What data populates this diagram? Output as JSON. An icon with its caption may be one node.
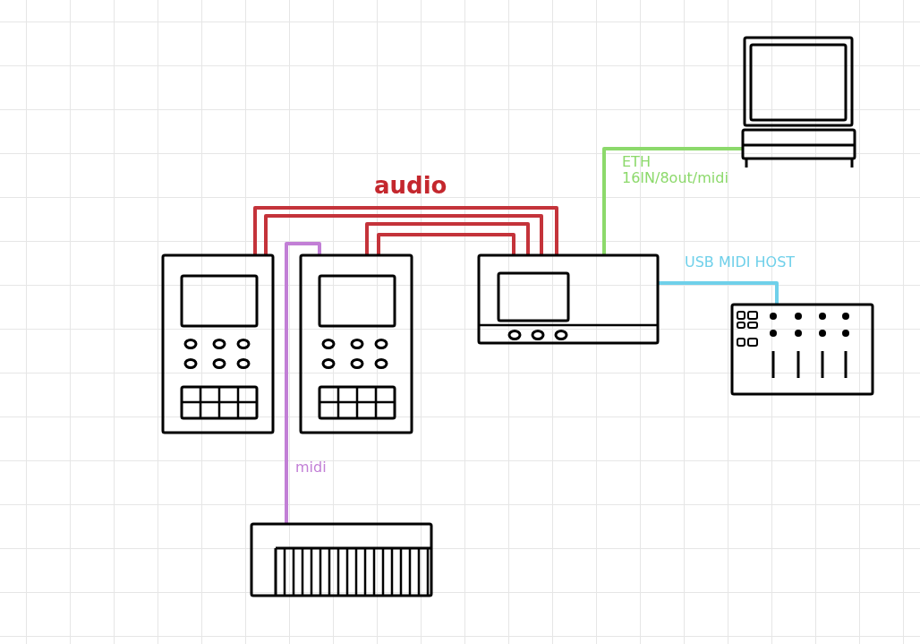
{
  "diagram": {
    "nodes": [
      {
        "text": [],
        "shape": "picture"
      },
      {
        "text": [],
        "shape": "picture"
      },
      {
        "text": [],
        "shape": "picture"
      },
      {
        "text": [],
        "shape": "picture"
      },
      {
        "text": [],
        "shape": "picture"
      },
      {
        "text": [],
        "shape": "picture"
      }
    ],
    "edges": [
      {
        "from": 1,
        "to": 3,
        "arrow": "none",
        "label": "audio"
      },
      {
        "from": 1,
        "to": 3,
        "arrow": "none"
      },
      {
        "from": 2,
        "to": 3,
        "arrow": "none"
      },
      {
        "from": 2,
        "to": 3,
        "arrow": "none"
      },
      {
        "from": 5,
        "to": 2,
        "arrow": "none",
        "label": "midi",
        "color": "#c27fd6"
      },
      {
        "from": 3,
        "to": 0,
        "arrow": "none",
        "label": "ETH 16IN/8out/midi",
        "color": "#8cd96b"
      },
      {
        "from": 3,
        "to": 4,
        "arrow": "none",
        "label": "USB MIDI HOST",
        "color": "#6fd0ea"
      }
    ]
  }
}
